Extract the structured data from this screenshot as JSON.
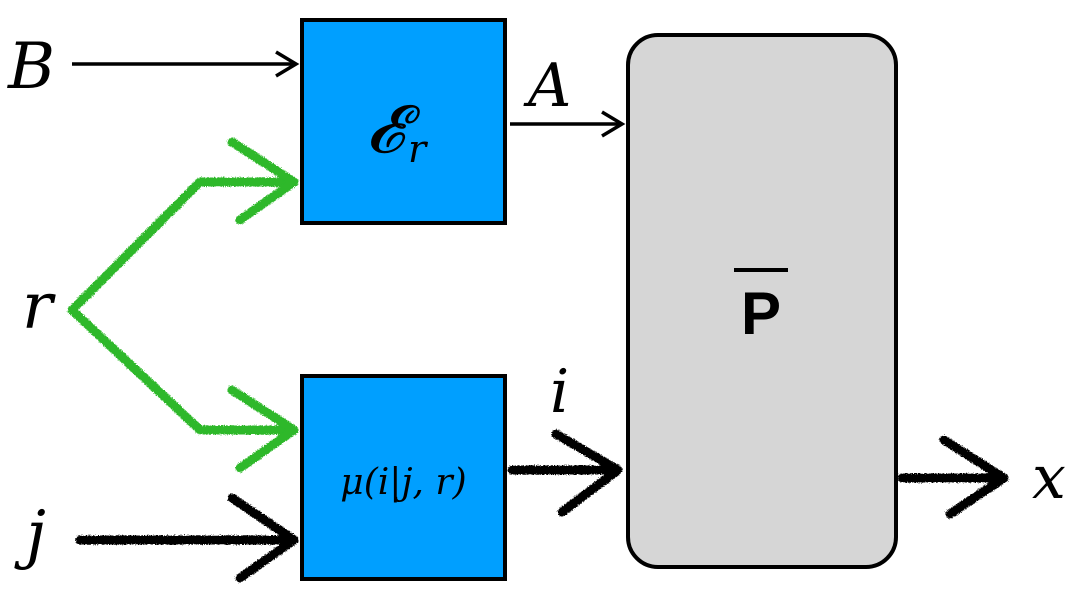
{
  "diagram": {
    "inputs": {
      "b_label": "B",
      "r_label": "r",
      "j_label": "j"
    },
    "channel_block": {
      "symbol": "𝓔",
      "subscript": "r",
      "fill_color": "#009fff"
    },
    "mu_block": {
      "label": "μ(i|j, r)",
      "fill_color": "#009fff"
    },
    "p_block": {
      "label": "P",
      "fill_color": "#d6d6d6"
    },
    "edges": {
      "a_label": "A",
      "i_label": "i",
      "x_label": "x"
    },
    "colors": {
      "classical_green": "#2db82a",
      "classical_black": "#000000",
      "quantum_line": "#000000"
    }
  }
}
